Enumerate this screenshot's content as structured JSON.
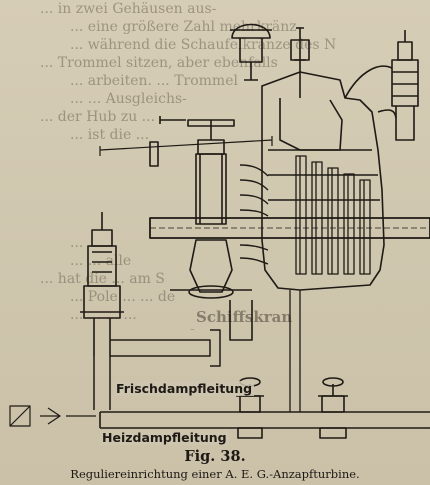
{
  "figure": {
    "number": "Fig. 38.",
    "caption": "Reguliereinrichtung einer A. E. G.-Anzapfturbine."
  },
  "labels": {
    "frischdampf": "Frischdampfleitung",
    "heizdampf": "Heizdampfleitung"
  },
  "background_text": {
    "lines": [
      "... in zwei Gehäusen aus-",
      "... eine größere Zahl mehrkränz-",
      "... während die Schaufelkränze des N",
      "... Trommel sitzen, aber ebenfalls",
      "... arbeiten. ... Trommel",
      "... ... Ausgleichs-",
      "... der Hub zu ...",
      "... ist die ...",
      "",
      "",
      "",
      "",
      "",
      "... ...",
      "... ... alle",
      "... hat die ... am S",
      "... Pole ... ... de",
      "... ... ... ...",
      "... ... ... ..."
    ],
    "bold_words": [
      "Schiffskran",
      "kran"
    ]
  }
}
